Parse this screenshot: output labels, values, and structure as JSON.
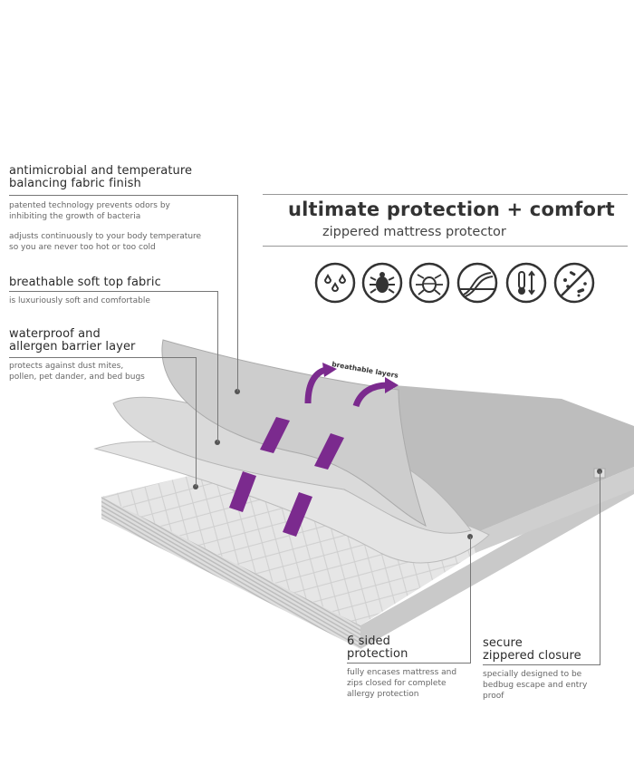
{
  "colors": {
    "accent": "#7b2a8e",
    "text": "#2b2b2b",
    "body": "#666666",
    "line": "#777777",
    "sheet": "#d8d8d8"
  },
  "header": {
    "title": "ultimate protection + comfort",
    "subtitle": "zippered mattress protector"
  },
  "icons": [
    "waterproof-drops-icon",
    "dust-mite-icon",
    "bedbug-icon",
    "breathable-layers-icon",
    "temperature-icon",
    "antimicrobial-icon"
  ],
  "features": {
    "antimicrobial": {
      "title_l1": "antimicrobial and temperature",
      "title_l2": "balancing fabric finish",
      "body1_l1": "patented technology prevents odors by",
      "body1_l2": "inhibiting the growth of bacteria",
      "body2_l1": "adjusts continuously to your body temperature",
      "body2_l2": "so you are never too hot or too cold"
    },
    "top_fabric": {
      "title": "breathable soft top fabric",
      "body": "is luxuriously soft and comfortable"
    },
    "barrier": {
      "title_l1": "waterproof and",
      "title_l2": "allergen barrier layer",
      "body_l1": "protects against dust mites,",
      "body_l2": "pollen, pet dander, and bed bugs"
    },
    "six_sided": {
      "title_l1": "6 sided",
      "title_l2": "protection",
      "body_l1": "fully encases mattress and",
      "body_l2": "zips closed for complete",
      "body_l3": "allergy protection"
    },
    "zipper": {
      "title_l1": "secure",
      "title_l2": "zippered closure",
      "body_l1": "specially designed to be",
      "body_l2": "bedbug escape and entry",
      "body_l3": "proof"
    }
  },
  "illustration": {
    "arrow_label": "breathable layers"
  }
}
